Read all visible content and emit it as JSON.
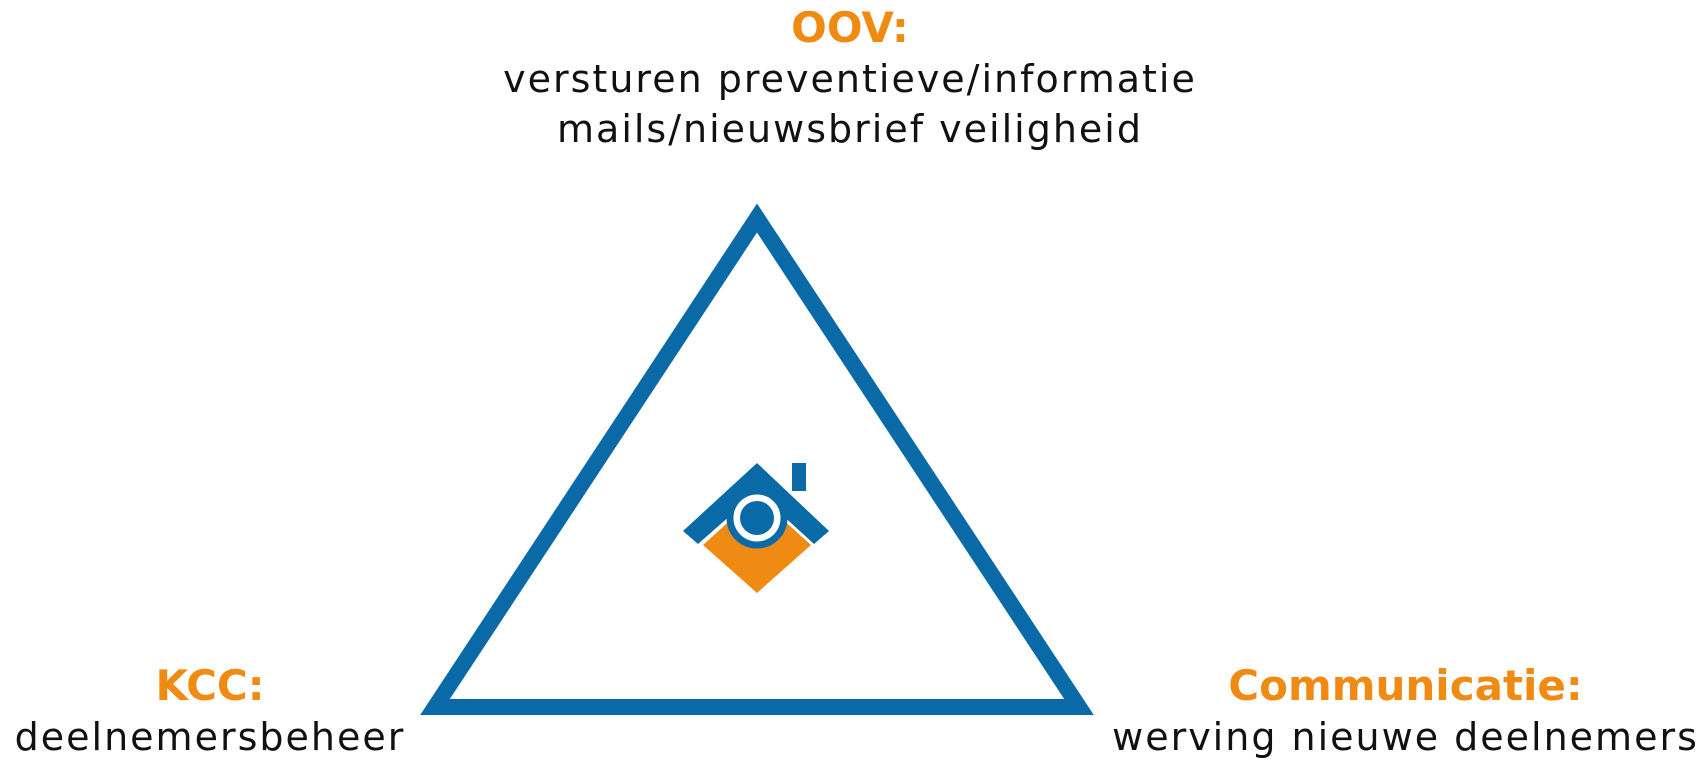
{
  "nodes": {
    "top": {
      "title": "OOV:",
      "line1": "versturen preventieve/informatie",
      "line2": "mails/nieuwsbrief veiligheid"
    },
    "left": {
      "title": "KCC:",
      "line1": "deelnemersbeheer"
    },
    "right": {
      "title": "Communicatie:",
      "line1": "werving nieuwe deelnemers"
    }
  },
  "colors": {
    "accent": "#ef8b13",
    "triangle": "#0a6aa8",
    "text": "#111111"
  },
  "icons": {
    "center": "house-magnifier-logo"
  }
}
